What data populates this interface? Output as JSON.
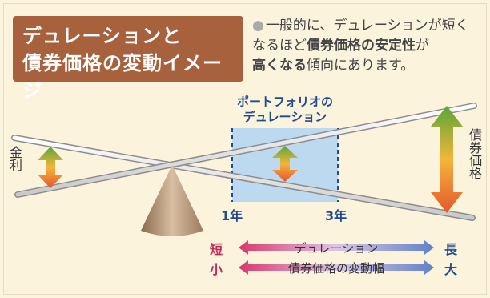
{
  "title": {
    "line1": "デュレーションと",
    "line2": "債券価格の変動イメージ"
  },
  "note": {
    "bullet": "●",
    "text_a": "一般的に、デュレーションが短く",
    "text_b": "なるほど",
    "text_c": "債券価格の安定性",
    "text_d": "が",
    "text_e": "高くなる",
    "text_f": "傾向にあります。"
  },
  "diagram": {
    "box_label_1": "ポートフォリオの",
    "box_label_2": "デュレーション",
    "tick_1": "1年",
    "tick_3": "3年",
    "left_label": "金利",
    "right_label": "債券価格"
  },
  "scale_rows": [
    {
      "left": "短",
      "middle": "デュレーション",
      "right": "長"
    },
    {
      "left": "小",
      "middle": "債券価格の変動幅",
      "right": "大"
    }
  ],
  "colors": {
    "title_bg": "#a8613d",
    "box_fill": "#bcd9f0",
    "dashed": "#1f4b8f",
    "tick_text": "#1f4b8f",
    "label_red": "#c02a5a",
    "label_blue": "#1f4b8f"
  }
}
